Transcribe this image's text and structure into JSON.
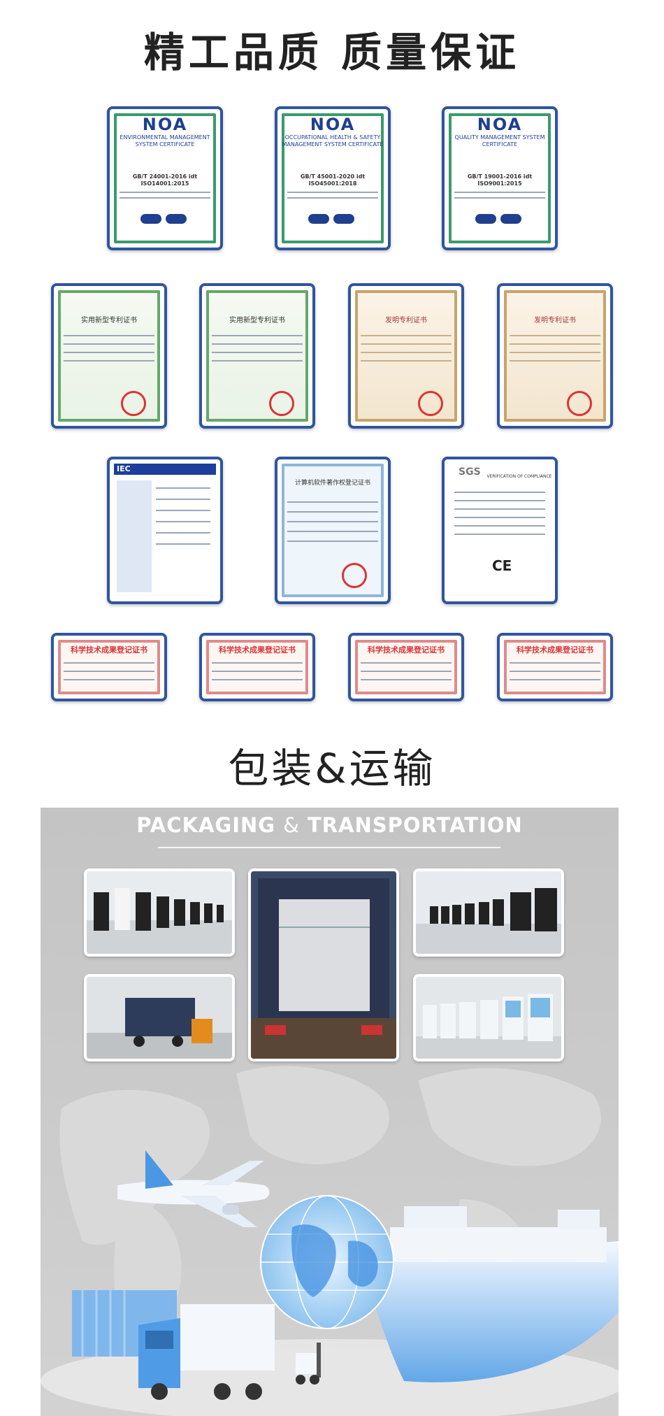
{
  "section1": {
    "title": "精工品质  质量保证"
  },
  "certificates": {
    "noa1": {
      "logo": "NOA",
      "title": "ENVIRONMENTAL MANAGEMENT SYSTEM CERTIFICATE",
      "standard": "GB/T 24001-2016 idt ISO14001:2015"
    },
    "noa2": {
      "logo": "NOA",
      "title": "OCCUPATIONAL HEALTH & SAFETY MANAGEMENT SYSTEM CERTIFICATE",
      "standard": "GB/T 45001-2020 idt ISO45001:2018"
    },
    "noa3": {
      "logo": "NOA",
      "title": "QUALITY MANAGEMENT SYSTEM CERTIFICATE",
      "standard": "GB/T 19001-2016 idt ISO9001:2015"
    },
    "patent1": {
      "title": "实用新型专利证书"
    },
    "patent2": {
      "title": "实用新型专利证书"
    },
    "patent3": {
      "title": "发明专利证书"
    },
    "patent4": {
      "title": "发明专利证书"
    },
    "iec": {
      "logo": "IEC"
    },
    "software": {
      "title": "计算机软件著作权登记证书"
    },
    "sgs": {
      "logo": "SGS",
      "title": "VERIFICATION OF COMPLIANCE",
      "mark": "CE"
    },
    "reg_title": "科学技术成果登记证书"
  },
  "section2": {
    "title": "包装&运输"
  },
  "packaging": {
    "title_left": "PACKAGING",
    "title_amp": "&",
    "title_right": "TRANSPORTATION"
  }
}
